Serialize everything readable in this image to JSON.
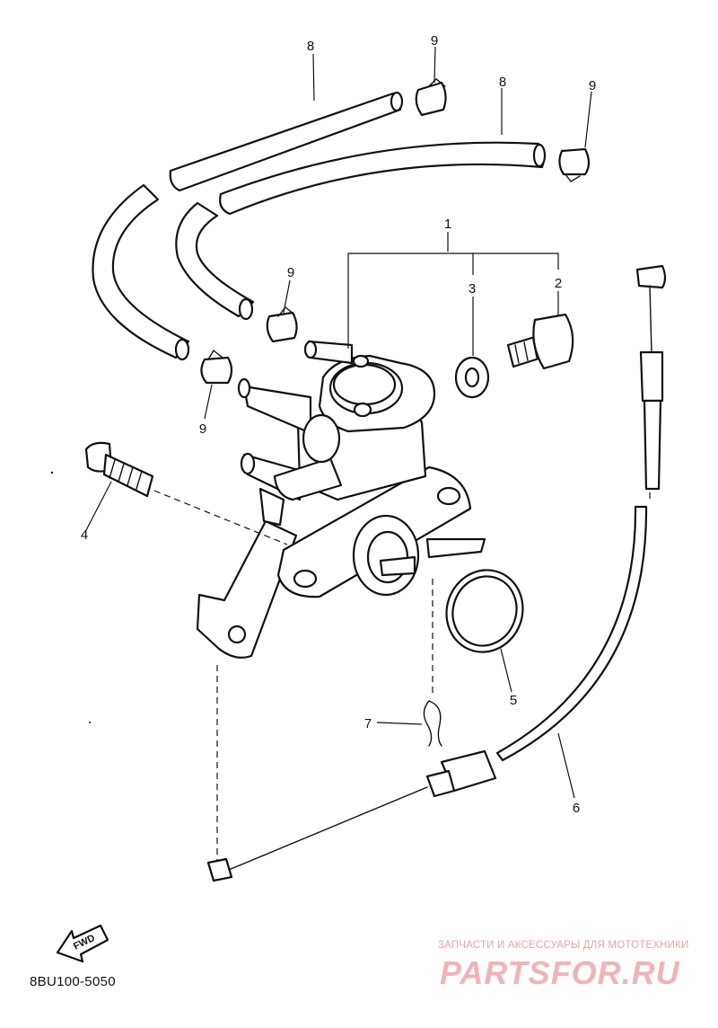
{
  "diagram": {
    "callouts": [
      "1",
      "2",
      "3",
      "4",
      "5",
      "6",
      "7",
      "8",
      "8",
      "9",
      "9",
      "9",
      "9"
    ],
    "fwd_label": "FWD",
    "part_code": "8BU100-5050"
  },
  "watermark": {
    "tagline": "ЗАПЧАСТИ И АКСЕССУАРЫ ДЛЯ МОТОТЕХНИКИ",
    "brand": "PARTSFOR.RU",
    "color": "#f0b4b6"
  }
}
